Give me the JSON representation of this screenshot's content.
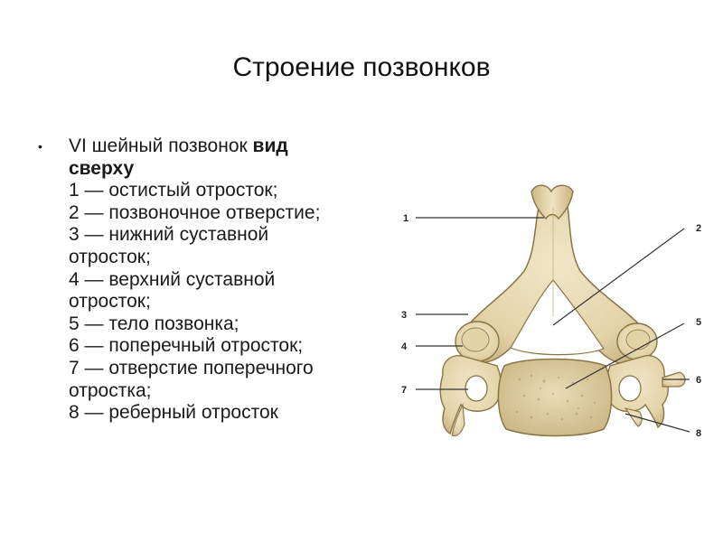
{
  "slide": {
    "title": "Строение позвонков"
  },
  "bullet": {
    "symbol": "•",
    "intro_plain": "VI шейный позвонок ",
    "intro_bold": "вид сверху",
    "legend": [
      "1 — остистый отросток;",
      "2 — позвоночное отверстие;",
      "3 — нижний суставной отросток;",
      "4 — верхний суставной отросток;",
      "5 — тело позвонка;",
      "6 — поперечный отросток;",
      "7 — отверстие поперечного отростка;",
      "8 — реберный отросток"
    ]
  },
  "figure": {
    "labels": [
      "1",
      "2",
      "3",
      "4",
      "5",
      "6",
      "7",
      "8"
    ],
    "colors": {
      "bone": "#e6d8b4",
      "bone_shadow": "#c9b583",
      "bone_dark": "#a8915e",
      "outline": "#8a7444",
      "body_surface": "#dccba0",
      "leader": "#333333"
    }
  }
}
